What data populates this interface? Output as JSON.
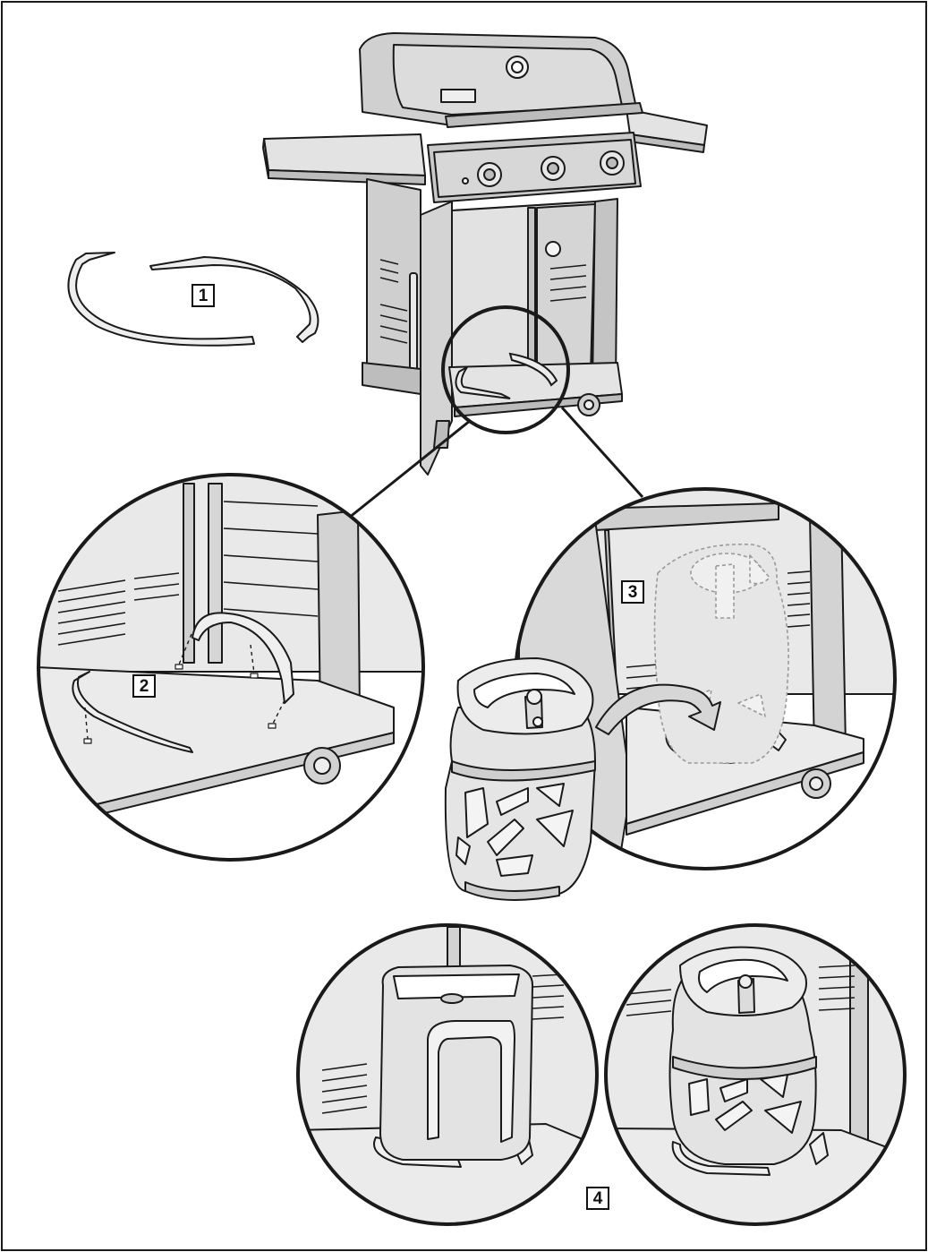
{
  "steps": {
    "step1": "1",
    "step2": "2",
    "step3": "3",
    "step4": "4"
  },
  "colors": {
    "line": "#1a1a1a",
    "body_fill": "#d9d9d9",
    "dark_fill": "#b3b3b3",
    "light_fill": "#eeeeee",
    "ghost_fill": "#e6e6e6"
  },
  "icons": {
    "grill": "gas-grill-illustration",
    "retainer": "tank-retainer-clip",
    "tank": "propane-tank-illustration"
  }
}
